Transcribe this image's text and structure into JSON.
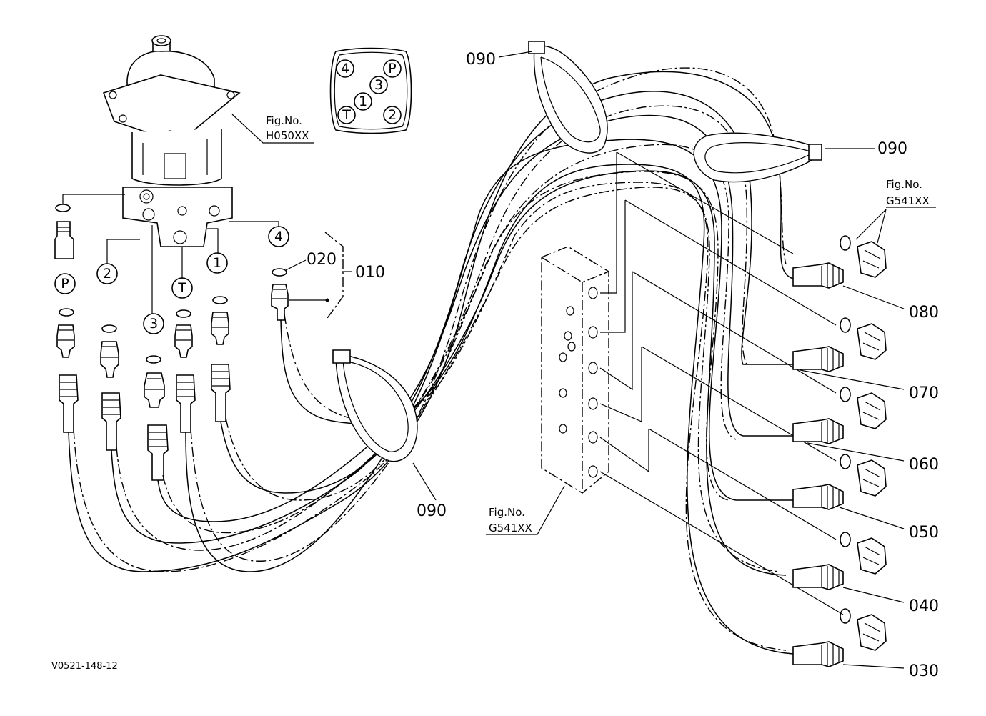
{
  "diagram_id": "V0521-148-12",
  "figure_refs": {
    "valve": {
      "title": "Fig.No.",
      "code": "H050XX"
    },
    "manifold": {
      "title": "Fig.No.",
      "code": "G541XX"
    },
    "fittings": {
      "title": "Fig.No.",
      "code": "G541XX"
    }
  },
  "port_pattern": {
    "top_left": "4",
    "top_right": "P",
    "center": "1",
    "center_right": "3",
    "bottom_left": "T",
    "bottom_right": "2"
  },
  "port_tags": [
    "P",
    "2",
    "3",
    "T",
    "1",
    "4"
  ],
  "part_labels": {
    "p010": "010",
    "p020": "020",
    "p030": "030",
    "p040": "040",
    "p050": "050",
    "p060": "060",
    "p070": "070",
    "p080": "080",
    "p090_top": "090",
    "p090_right": "090",
    "p090_bottom": "090"
  }
}
